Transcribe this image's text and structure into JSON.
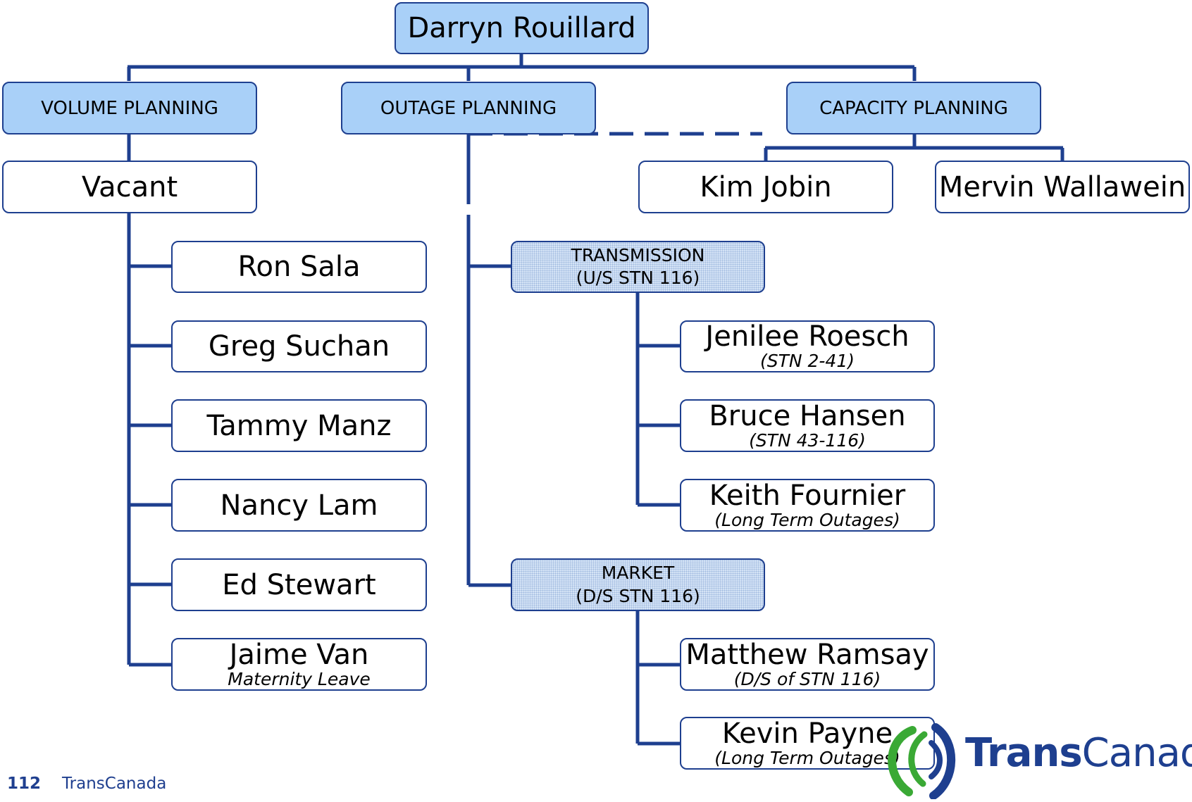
{
  "top": {
    "name": "Darryn Rouillard"
  },
  "departments": {
    "volume": "VOLUME PLANNING",
    "outage": "OUTAGE PLANNING",
    "capacity": "CAPACITY PLANNING"
  },
  "volume_lead": "Vacant",
  "volume_staff": [
    {
      "name": "Ron Sala"
    },
    {
      "name": "Greg Suchan"
    },
    {
      "name": "Tammy Manz"
    },
    {
      "name": "Nancy Lam"
    },
    {
      "name": "Ed Stewart"
    },
    {
      "name": "Jaime Van",
      "note": "Maternity Leave"
    }
  ],
  "capacity_staff": [
    {
      "name": "Kim Jobin"
    },
    {
      "name": "Mervin Wallawein"
    }
  ],
  "outage_groups": [
    {
      "line1": "TRANSMISSION",
      "line2": "(U/S STN 116)",
      "members": [
        {
          "name": "Jenilee Roesch",
          "note": "(STN 2-41)"
        },
        {
          "name": "Bruce Hansen",
          "note": "(STN 43-116)"
        },
        {
          "name": "Keith Fournier",
          "note": "(Long Term Outages)"
        }
      ]
    },
    {
      "line1": "MARKET",
      "line2": "(D/S STN 116)",
      "members": [
        {
          "name": "Matthew Ramsay",
          "note": "(D/S of STN 116)"
        },
        {
          "name": "Kevin Payne",
          "note": "(Long Term Outages)"
        }
      ]
    }
  ],
  "footer": {
    "page_number": "112",
    "company": "TransCanada"
  },
  "logo": {
    "bold": "Trans",
    "regular": "Canada",
    "alt": "TransCanada logo"
  },
  "colors": {
    "line": "#1e3f8f",
    "header_fill": "#a9d0f8",
    "group_fill": "#d4e3f6",
    "logo_green": "#3aa935"
  }
}
